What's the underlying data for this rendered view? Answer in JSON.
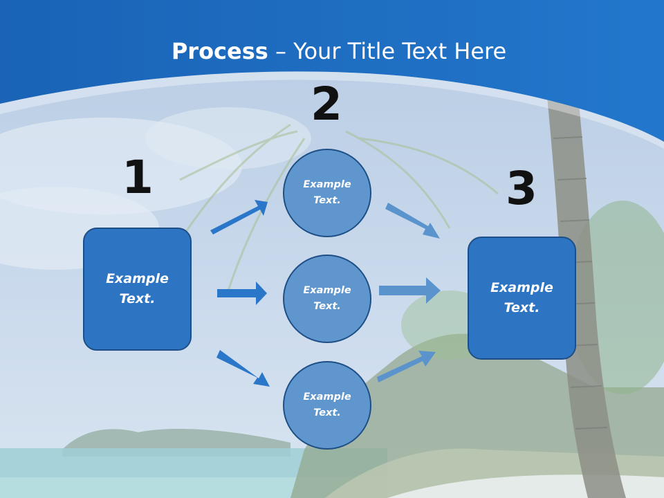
{
  "slide": {
    "title_bold": "Process",
    "title_rest": " – Your Title Text Here"
  },
  "steps": {
    "one": {
      "number": "1",
      "line1": "Example",
      "line2": "Text."
    },
    "two": {
      "number": "2"
    },
    "three": {
      "number": "3",
      "line1": "Example",
      "line2": "Text."
    }
  },
  "circles": [
    {
      "line1": "Example",
      "line2": "Text."
    },
    {
      "line1": "Example",
      "line2": "Text."
    },
    {
      "line1": "Example",
      "line2": "Text."
    }
  ],
  "colors": {
    "header_blue": "#1f6bc0",
    "box_fill": "#2d74c2",
    "circle_fill": "#5f96cd",
    "arrow_dark": "#2a76c8",
    "arrow_light": "#5b93cc"
  }
}
